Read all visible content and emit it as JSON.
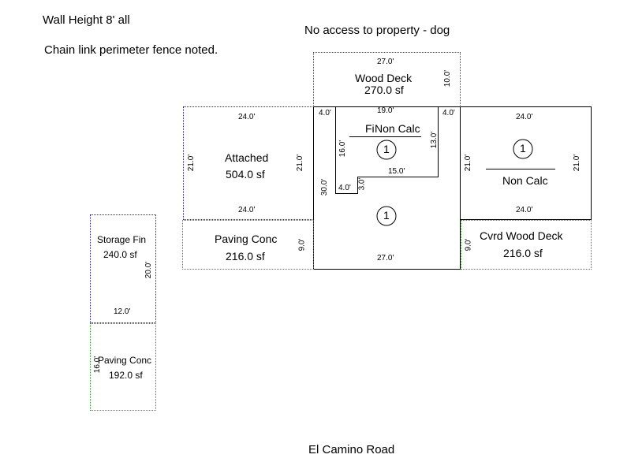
{
  "notes": {
    "wall_height": "Wall Height 8' all",
    "fence": "Chain link perimeter fence noted.",
    "access": "No access to property - dog",
    "road": "El Camino Road"
  },
  "areas": {
    "wood_deck": {
      "name": "Wood Deck",
      "area": "270.0 sf",
      "dim_top": "27.0'",
      "dim_side": "10.0'"
    },
    "attached": {
      "name": "Attached",
      "area": "504.0 sf",
      "dim_top": "24.0'",
      "dim_bottom": "24.0'",
      "dim_left": "21.0'",
      "dim_right": "21.0'"
    },
    "main": {
      "dim_top_left": "4.0'",
      "dim_top_inner": "19.0'",
      "dim_top_right": "4.0'",
      "fin_label": "Fin",
      "non_calc": "Non Calc",
      "circle": "1",
      "circle_lower": "1",
      "dim_16": "16.0'",
      "dim_13": "13.0'",
      "dim_15": "15.0'",
      "dim_3": "3.0'",
      "dim_4": "4.0'",
      "dim_30": "30.0'",
      "dim_bottom": "27.0'"
    },
    "right_section": {
      "circle": "1",
      "non_calc": "Non Calc",
      "dim_top": "24.0'",
      "dim_bottom": "24.0'",
      "dim_left": "21.0'",
      "dim_right": "21.0'"
    },
    "paving_conc": {
      "name": "Paving Conc",
      "area": "216.0 sf",
      "dim_side": "9.0'"
    },
    "cvrd_wood_deck": {
      "name": "Cvrd Wood Deck",
      "area": "216.0 sf",
      "dim_side": "9.0'"
    },
    "storage": {
      "name": "Storage Fin",
      "area": "240.0 sf",
      "dim_side": "20.0'",
      "dim_bottom": "12.0'"
    },
    "paving_conc_small": {
      "name": "Paving Conc",
      "area": "192.0 sf",
      "dim_side": "16.0'"
    }
  },
  "colors": {
    "line": "#000000",
    "deck": "#b000b0",
    "storage": "#2020a0",
    "paving": "#2a9a2a"
  }
}
